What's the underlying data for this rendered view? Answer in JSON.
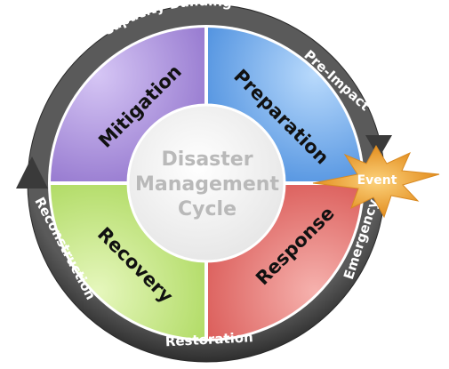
{
  "diagram": {
    "center_lines": [
      "Disaster",
      "Management",
      "Cycle"
    ],
    "quadrants": {
      "mitigation": "Mitigation",
      "preparation": "Preparation",
      "response": "Response",
      "recovery": "Recovery"
    },
    "ring_labels": {
      "capacity_building": "Capacity Building",
      "pre_impact": "Pre-Impact",
      "emergency": "Emergency",
      "restoration": "Restoration",
      "reconstruction": "Reconstruction"
    },
    "event": "Event",
    "colors": {
      "mitigation": "#9a7fd6",
      "preparation": "#5a9be6",
      "response": "#e0605d",
      "recovery": "#b6e06a",
      "ring": "#4a4a4a",
      "event_star": "#f1a83a"
    }
  }
}
